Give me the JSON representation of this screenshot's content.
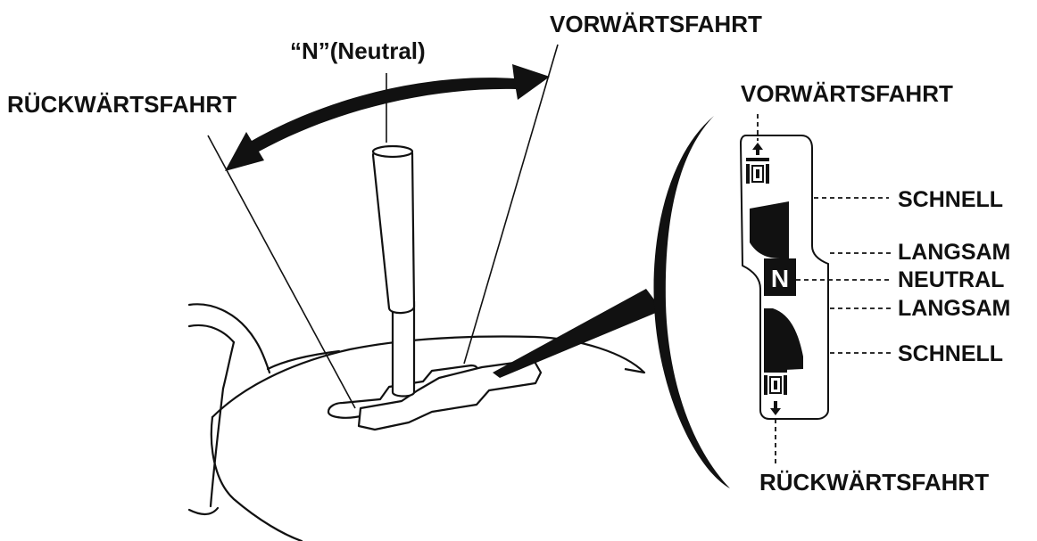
{
  "labels": {
    "forward_top": "VORWÄRTSFAHRT",
    "neutral_top": "“N”(Neutral)",
    "reverse_top": "RÜCKWÄRTSFAHRT",
    "forward_inset": "VORWÄRTSFAHRT",
    "reverse_inset": "RÜCKWÄRTSFAHRT",
    "schnell_1": "SCHNELL",
    "langsam_1": "LANGSAM",
    "neutral_inset": "NEUTRAL",
    "langsam_2": "LANGSAM",
    "schnell_2": "SCHNELL",
    "n_badge": "N"
  },
  "icons": {
    "range_arrow": "double-headed-arc-arrow",
    "tractor_forward": "tractor-forward-icon",
    "tractor_reverse": "tractor-reverse-icon"
  },
  "colors": {
    "ink": "#111111",
    "background": "#ffffff"
  }
}
